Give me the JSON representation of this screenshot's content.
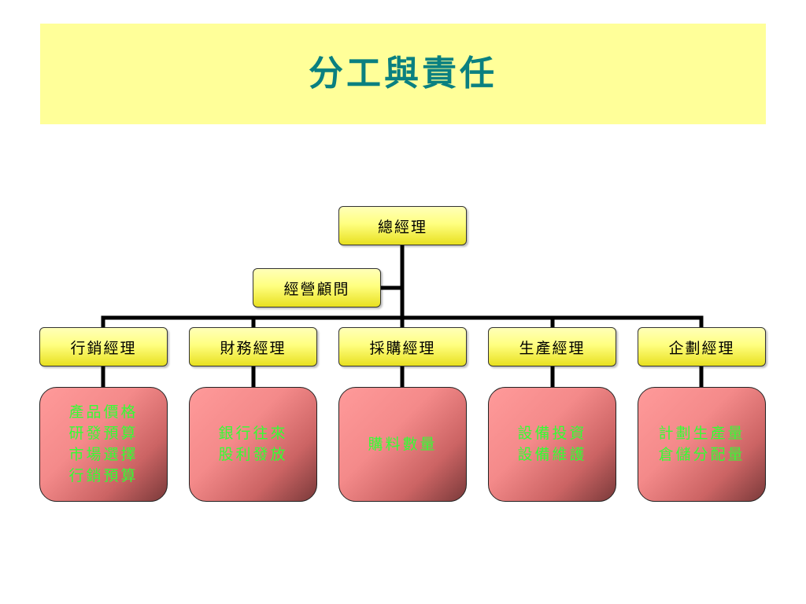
{
  "title": "分工與責任",
  "ceo": "總經理",
  "advisor": "經營顧問",
  "managers": [
    {
      "label": "行銷經理",
      "duties": [
        "產品價格",
        "研發預算",
        "市場選擇",
        "行銷預算"
      ]
    },
    {
      "label": "財務經理",
      "duties": [
        "銀行往來",
        "股利發放"
      ]
    },
    {
      "label": "採購經理",
      "duties": [
        "購料數量"
      ]
    },
    {
      "label": "生產經理",
      "duties": [
        "設備投資",
        "設備維護"
      ]
    },
    {
      "label": "企劃經理",
      "duties": [
        "計劃生產量",
        "倉儲分配量"
      ]
    }
  ],
  "colors": {
    "title_band": "#ffff99",
    "title_text": "#0a8080",
    "node_fill": "#ffff80",
    "duty_fill": "#f48a8a",
    "duty_text": "#33ff33",
    "connector": "#000000"
  }
}
